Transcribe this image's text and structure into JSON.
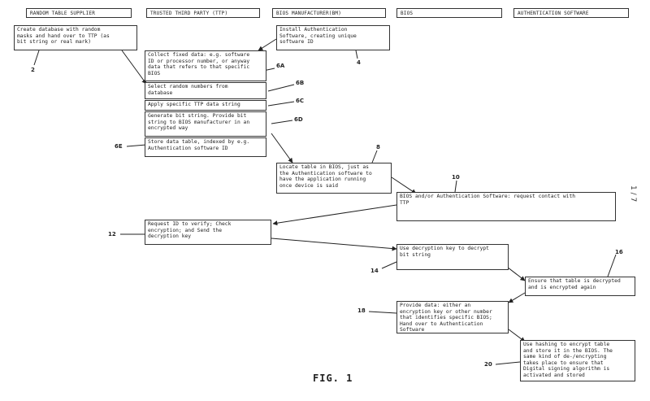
{
  "headers": {
    "random_table_supplier": "RANDOM TABLE SUPPLIER",
    "trusted_third_party": "TRUSTED THIRD PARTY (TTP)",
    "bios_manufacturer": "BIOS MANUFACTURER(BM)",
    "bios": "BIOS",
    "authentication_software": "AUTHENTICATION SOFTWARE"
  },
  "boxes": {
    "create_database": "Create database with random\nmasks and hand over to TTP (as\nbit string or real mark)",
    "install_auth": "Install Authentication\nSoftware, creating unique\nsoftware ID",
    "collect_fixed": "Collect fixed data: e.g. software\nID or processor number, or anyway\ndata that refers to that specific\nBIOS",
    "select_random": "Select random numbers from\ndatabase",
    "apply_ttp": "Apply specific TTP data string",
    "generate_bit": "Generate bit string. Provide bit\nstring to BIOS manufacturer in an\nencrypted way",
    "store_table": "Store data table, indexed by e.g.\nAuthentication software ID",
    "locate_table": "Locate table in BIOS, just as\nthe Authentication software to\nhave the application running\nonce device is said",
    "request_contact": "BIOS and/or Authentication Software: request contact with\nTTP",
    "request_id": "Request ID to verify; Check\nencryption; and Send the\ndecryption key",
    "use_decryption": "Use decryption key to decrypt\nbit string",
    "ensure_table": "Ensure that table is decrypted\nand is encrypted again",
    "provide_data": "Provide data: either an\nencryption key or other number\nthat identifies specific BIOS;\nHand over to Authentication\nSoftware",
    "use_hashing": "Use hashing to encrypt table\nand store it in the BIOS. The\nsame kind of de-/encrypting\ntakes place to ensure that\nDigital signing algorithm is\nactivated and stored"
  },
  "refs": {
    "r2": "2",
    "r4": "4",
    "r6a": "6A",
    "r6b": "6B",
    "r6c": "6C",
    "r6d": "6D",
    "r6e": "6E",
    "r8": "8",
    "r10": "10",
    "r12": "12",
    "r14": "14",
    "r16": "16",
    "r18": "18",
    "r20": "20"
  },
  "page_number": "1 / 7",
  "figure_caption": "FIG. 1"
}
